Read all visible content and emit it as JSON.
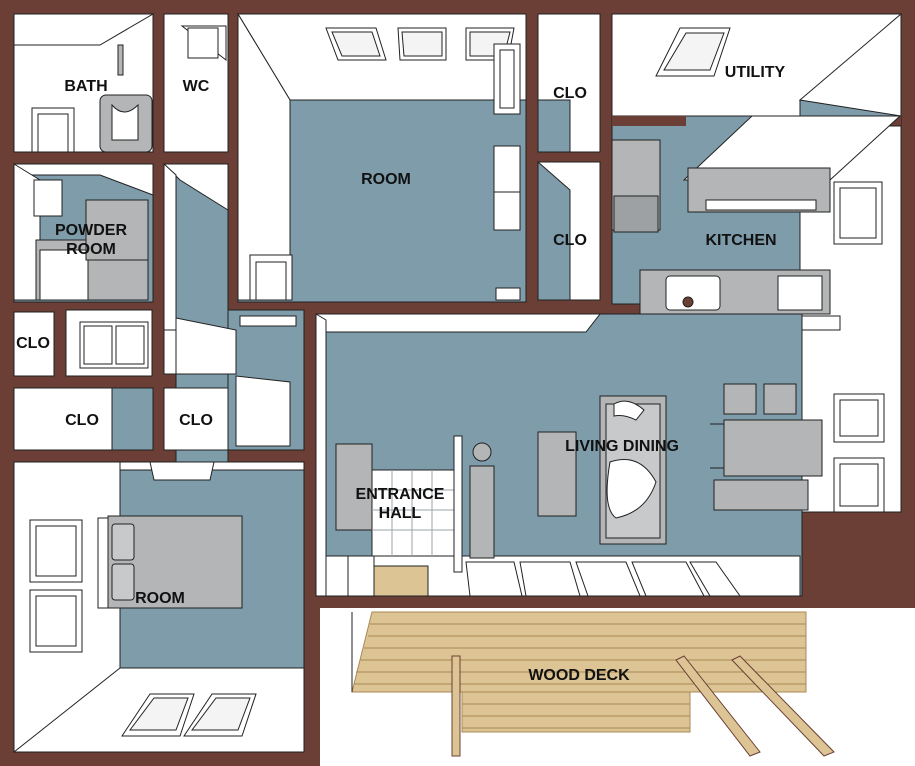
{
  "colors": {
    "wall": "#6b3f35",
    "floor": "#7f9cab",
    "white": "#ffffff",
    "deck": "#dcc494",
    "deck_line": "#a88955",
    "line": "#222222",
    "furniture": "#b3b5b7"
  },
  "labels": {
    "bath": "BATH",
    "wc": "WC",
    "room_top": "ROOM",
    "clo_a": "CLO",
    "clo_b": "CLO",
    "utility": "UTILITY",
    "powder_line1": "POWDER",
    "powder_line2": "ROOM",
    "kitchen": "KITCHEN",
    "clo_c": "CLO",
    "clo_d": "CLO",
    "clo_e": "CLO",
    "living_dining": "LIVING DINING",
    "entrance_line1": "ENTRANCE",
    "entrance_line2": "HALL",
    "room_bottom": "ROOM",
    "wood_deck": "WOOD DECK"
  }
}
